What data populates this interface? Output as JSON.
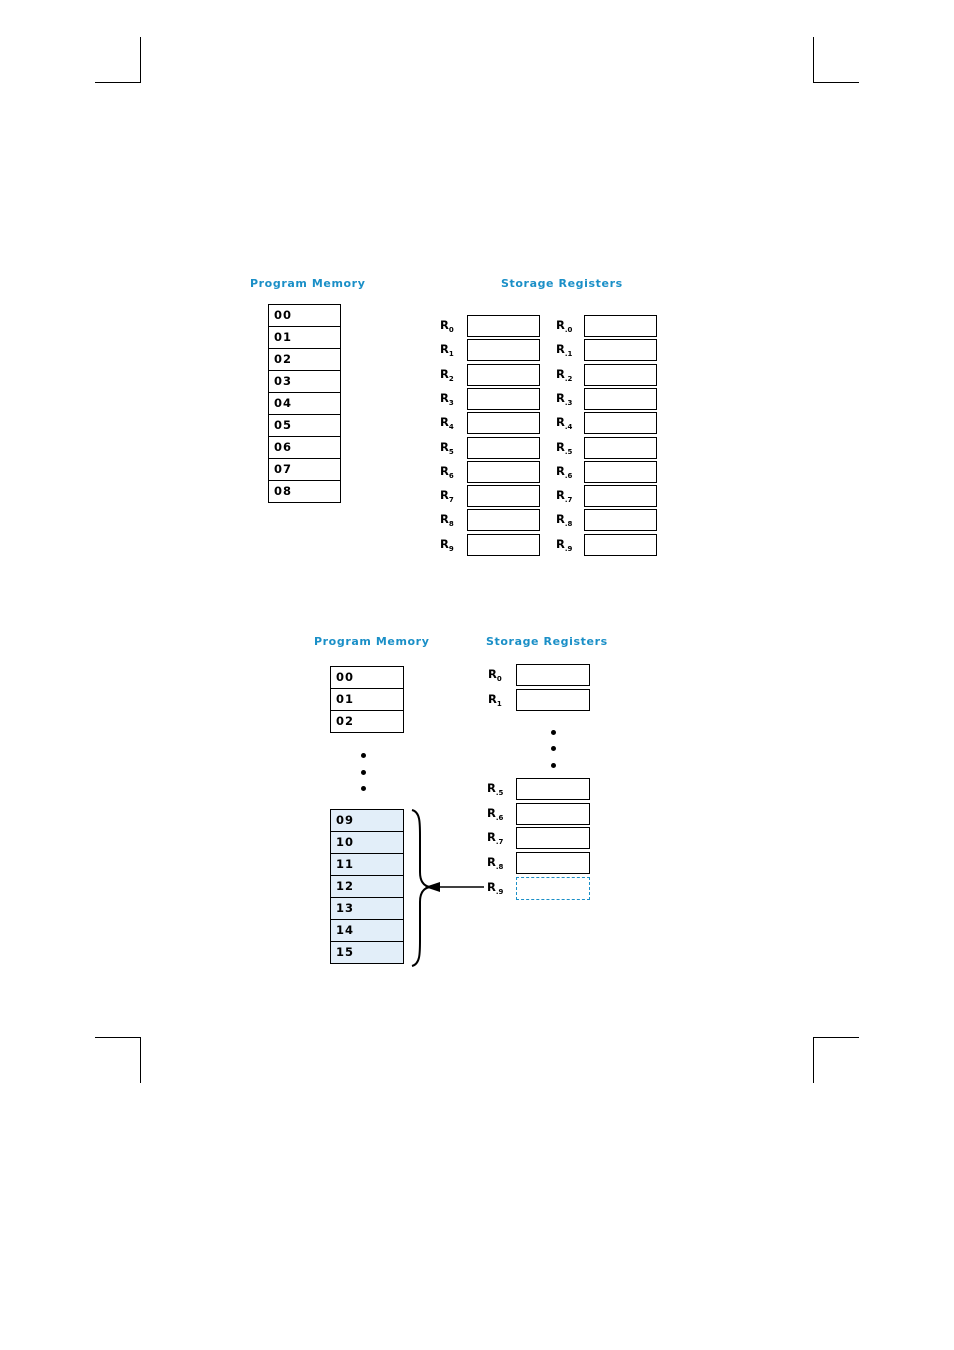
{
  "colors": {
    "title": "#1a8fc7",
    "highlight": "#e2eef9",
    "dashed": "#1a8fc7"
  },
  "diagram1": {
    "program_memory_title": "Program Memory",
    "storage_registers_title": "Storage Registers",
    "memory_cells": [
      "00",
      "01",
      "02",
      "03",
      "04",
      "05",
      "06",
      "07",
      "08"
    ],
    "registers_left": [
      {
        "base": "R",
        "sub": "0"
      },
      {
        "base": "R",
        "sub": "1"
      },
      {
        "base": "R",
        "sub": "2"
      },
      {
        "base": "R",
        "sub": "3"
      },
      {
        "base": "R",
        "sub": "4"
      },
      {
        "base": "R",
        "sub": "5"
      },
      {
        "base": "R",
        "sub": "6"
      },
      {
        "base": "R",
        "sub": "7"
      },
      {
        "base": "R",
        "sub": "8"
      },
      {
        "base": "R",
        "sub": "9"
      }
    ],
    "registers_right": [
      {
        "base": "R",
        "sub": ".0"
      },
      {
        "base": "R",
        "sub": ".1"
      },
      {
        "base": "R",
        "sub": ".2"
      },
      {
        "base": "R",
        "sub": ".3"
      },
      {
        "base": "R",
        "sub": ".4"
      },
      {
        "base": "R",
        "sub": ".5"
      },
      {
        "base": "R",
        "sub": ".6"
      },
      {
        "base": "R",
        "sub": ".7"
      },
      {
        "base": "R",
        "sub": ".8"
      },
      {
        "base": "R",
        "sub": ".9"
      }
    ]
  },
  "diagram2": {
    "program_memory_title": "Program Memory",
    "storage_registers_title": "Storage Registers",
    "memory_top": [
      "00",
      "01",
      "02"
    ],
    "memory_bottom": [
      "09",
      "10",
      "11",
      "12",
      "13",
      "14",
      "15"
    ],
    "registers_top": [
      {
        "base": "R",
        "sub": "0"
      },
      {
        "base": "R",
        "sub": "1"
      }
    ],
    "registers_bottom": [
      {
        "base": "R",
        "sub": ".5"
      },
      {
        "base": "R",
        "sub": ".6"
      },
      {
        "base": "R",
        "sub": ".7"
      },
      {
        "base": "R",
        "sub": ".8"
      }
    ],
    "converted_register": {
      "base": "R",
      "sub": ".9"
    }
  }
}
